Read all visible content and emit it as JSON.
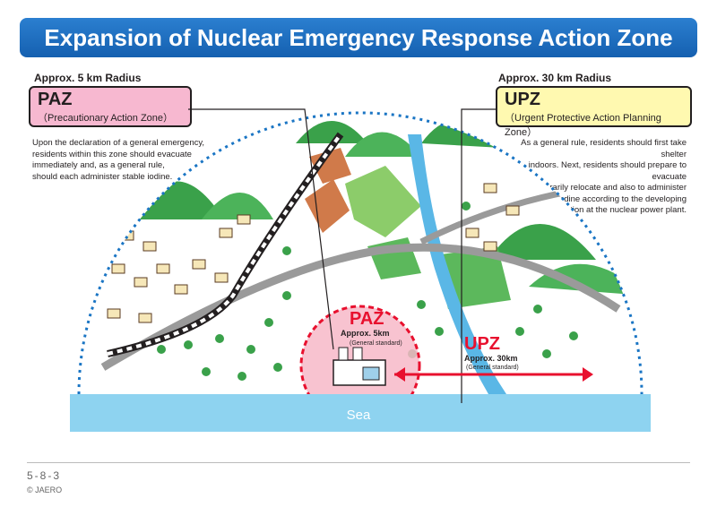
{
  "title": "Expansion of Nuclear Emergency Response Action Zone",
  "paz": {
    "radius_label": "Approx. 5 km Radius",
    "abbr": "PAZ",
    "full_name": "（Precautionary Action Zone）",
    "description": [
      "Upon the declaration of a general emergency,",
      "residents within this zone should evacuate",
      "immediately and, as a general rule,",
      "should each administer stable iodine."
    ],
    "map_label": "PAZ",
    "map_distance": "Approx. 5km",
    "map_note": "(General standard)",
    "color": "#e8102e",
    "fill": "#f7b8c8"
  },
  "upz": {
    "radius_label": "Approx. 30 km Radius",
    "abbr": "UPZ",
    "full_name": "（Urgent Protective Action Planning Zone）",
    "description": [
      "As a general rule, residents should first take shelter",
      "indoors. Next, residents should prepare to evacuate",
      "or temporarily relocate and also to administer",
      "stable iodine according to the developing",
      "situation at the nuclear power plant."
    ],
    "map_label": "UPZ",
    "map_distance": "Approx. 30km",
    "map_note": "(General standard)",
    "color": "#1a75c4",
    "fill": "#fff9b8"
  },
  "sea_label": "Sea",
  "footer": {
    "page_code": "5-8-3",
    "copyright": "© JAERO"
  }
}
